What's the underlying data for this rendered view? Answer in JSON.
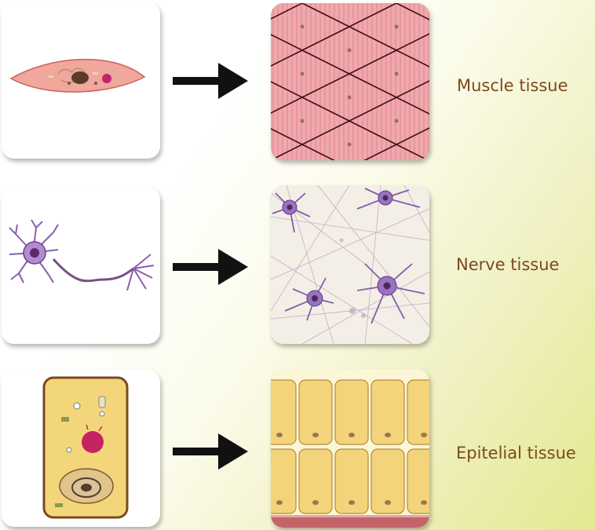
{
  "rows": [
    {
      "cell": "Muscle cell",
      "label": "Muscle tissue"
    },
    {
      "cell": "Nerve cell",
      "label": "Nerve tissue"
    },
    {
      "cell": "Epithelial cell",
      "label": "Epitelial tissue"
    }
  ],
  "colors": {
    "label_text": "#7a4a1e",
    "muscle": "#e8878a",
    "nerve": "#8a5fb0",
    "epithelial": "#f2d77a",
    "arrow": "#111111"
  }
}
